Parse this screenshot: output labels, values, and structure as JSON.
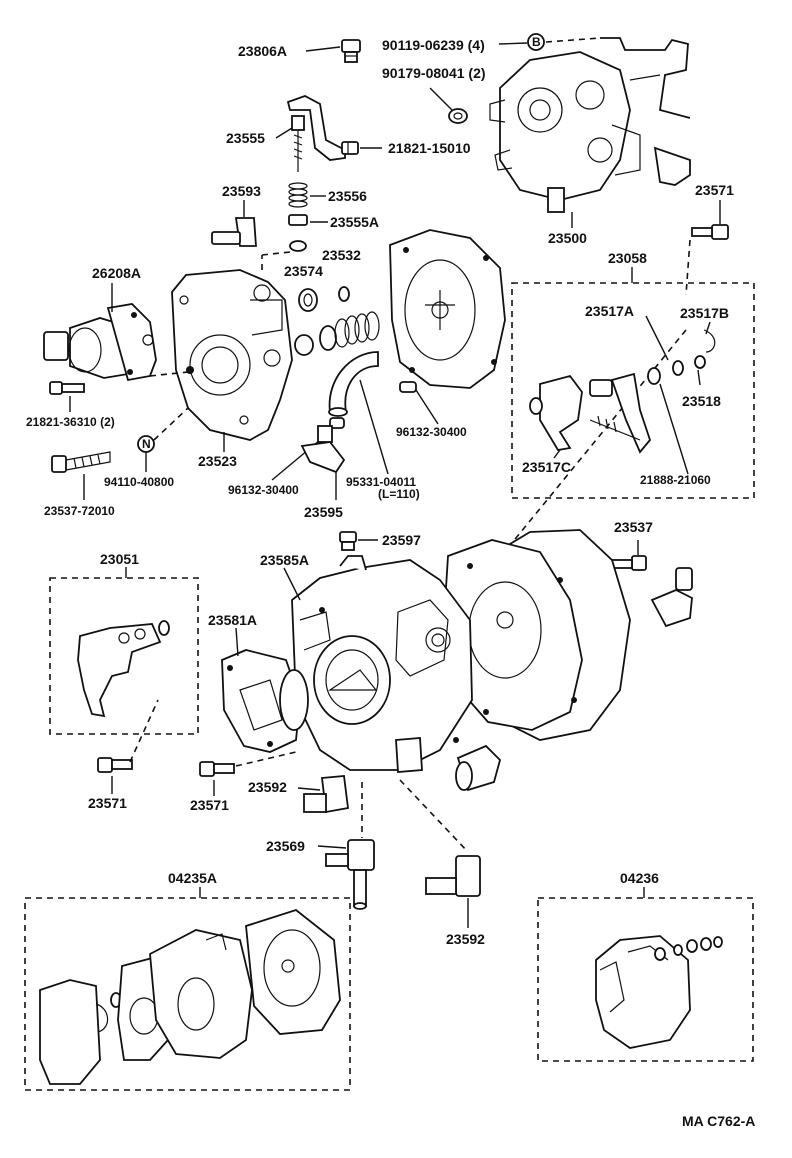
{
  "diagram_code": "MA C762-A",
  "labels": {
    "p23806A": "23806A",
    "p90119": "90119-06239 (4)",
    "p90179": "90179-08041 (2)",
    "p23555": "23555",
    "p21821_15010": "21821-15010",
    "p23593": "23593",
    "p23556": "23556",
    "p23555A": "23555A",
    "p23500": "23500",
    "p23571_top": "23571",
    "p26208A": "26208A",
    "p23574": "23574",
    "p23532": "23532",
    "p23058": "23058",
    "p23517A": "23517A",
    "p23517B": "23517B",
    "p23518": "23518",
    "p21821_36310": "21821-36310 (2)",
    "p23523": "23523",
    "p96132_a": "96132-30400",
    "p96132_b": "96132-30400",
    "p95331": "95331-04011",
    "p95331_len": "(L=110)",
    "p94110": "94110-40800",
    "p23537_72010": "23537-72010",
    "p23595": "23595",
    "p23517C": "23517C",
    "p21888": "21888-21060",
    "p23597": "23597",
    "p23537": "23537",
    "p23051": "23051",
    "p23585A": "23585A",
    "p23581A": "23581A",
    "p23571_left": "23571",
    "p23571_mid": "23571",
    "p23592_a": "23592",
    "p23569": "23569",
    "p04235A": "04235A",
    "p23592_b": "23592",
    "p04236": "04236",
    "marker_B": "B",
    "marker_N": "N"
  }
}
